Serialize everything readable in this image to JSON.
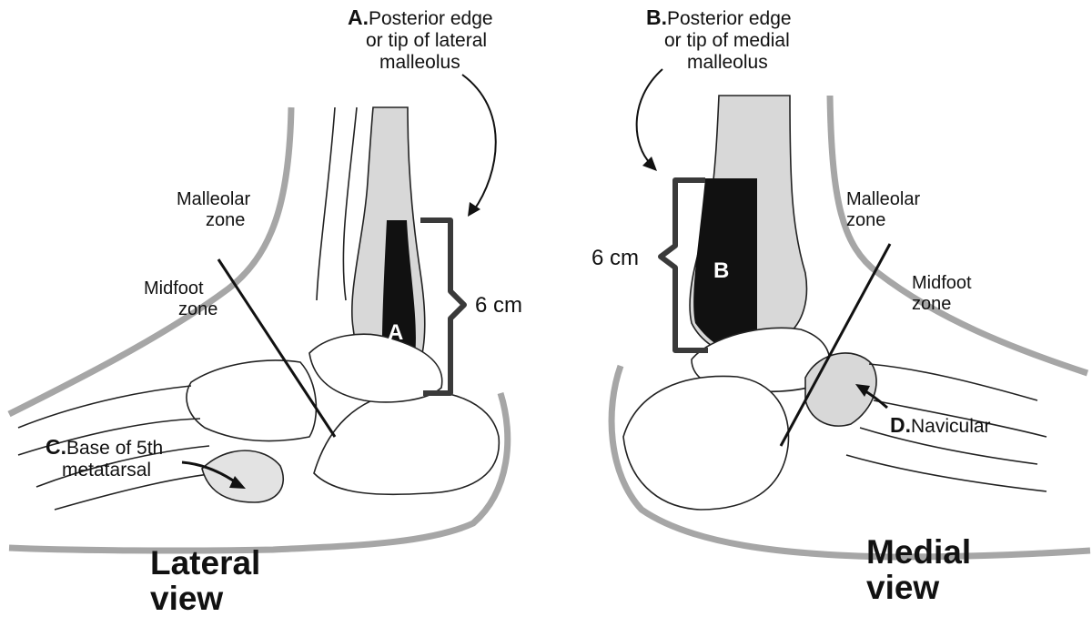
{
  "callouts": {
    "a": {
      "letter": "A.",
      "lines": [
        "Posterior edge",
        "or tip of lateral",
        "malleolus"
      ]
    },
    "b": {
      "letter": "B.",
      "lines": [
        "Posterior edge",
        "or tip of medial",
        "malleolus"
      ]
    },
    "c": {
      "letter": "C.",
      "lines": [
        "Base of 5th",
        "metatarsal"
      ]
    },
    "d": {
      "letter": "D.",
      "text": "Navicular"
    }
  },
  "lateral": {
    "malleolar_zone": [
      "Malleolar",
      "zone"
    ],
    "midfoot_zone": [
      "Midfoot",
      "zone"
    ],
    "measurement": "6 cm",
    "zone_letter": "A",
    "view_title": [
      "Lateral",
      "view"
    ]
  },
  "medial": {
    "malleolar_zone": [
      "Malleolar",
      "zone"
    ],
    "midfoot_zone": [
      "Midfoot",
      "zone"
    ],
    "measurement": "6 cm",
    "zone_letter": "B",
    "view_title": [
      "Medial",
      "view"
    ]
  },
  "colors": {
    "skin_outline": "#a6a6a6",
    "bone_highlight": "#d8d8d8",
    "palpation_zone": "#111111",
    "bracket": "#3a3a3a"
  }
}
